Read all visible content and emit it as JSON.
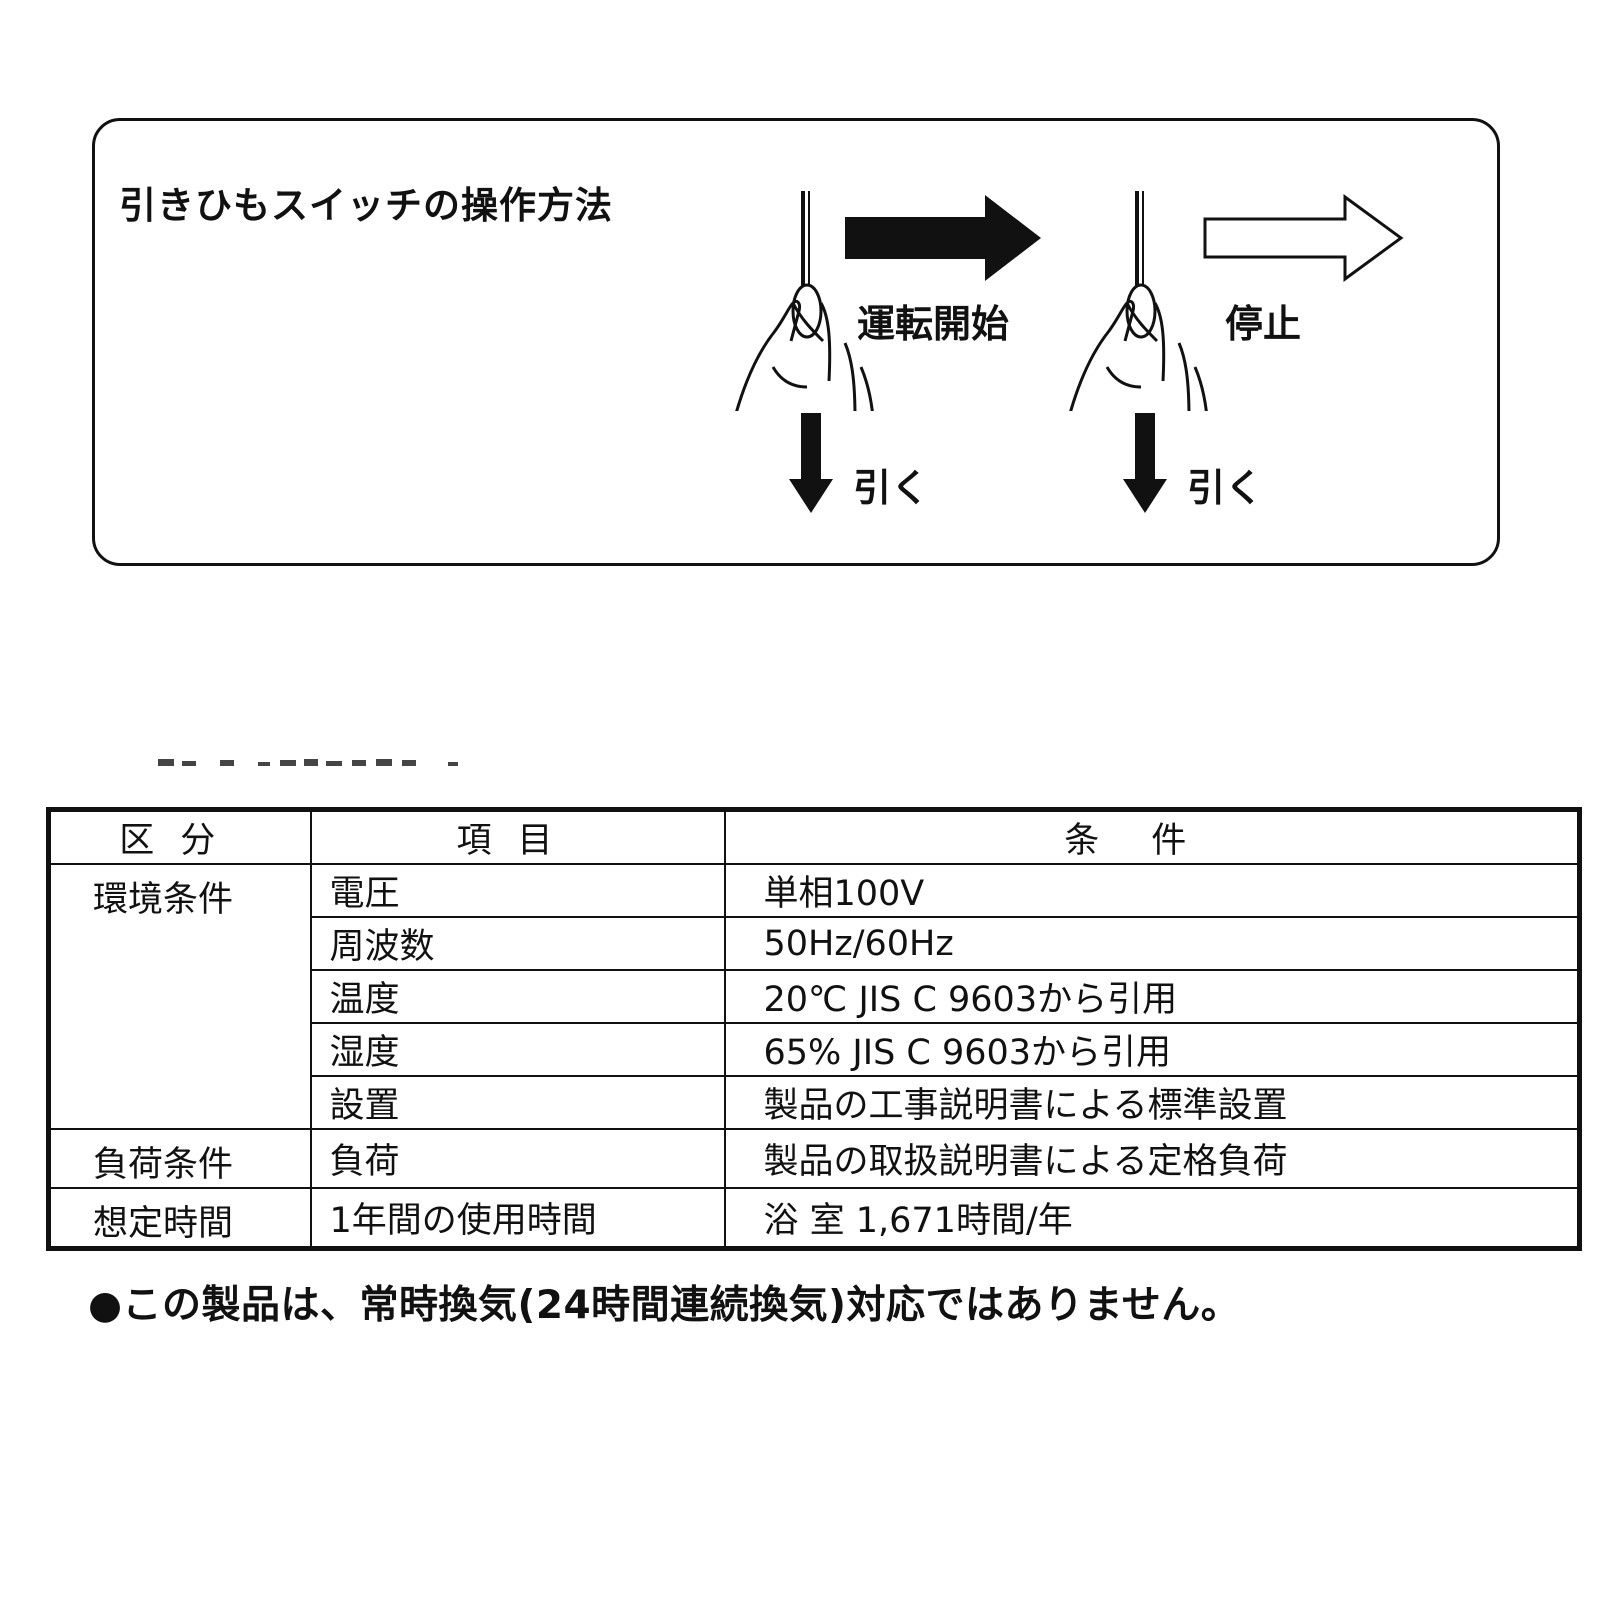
{
  "panel": {
    "title": "引きひもスイッチの操作方法",
    "steps": [
      {
        "label": "運転開始",
        "pull_label": "引く",
        "arrow_style": "filled"
      },
      {
        "label": "停止",
        "pull_label": "引く",
        "arrow_style": "outline"
      }
    ]
  },
  "table": {
    "headers": [
      "区分",
      "項目",
      "条件"
    ],
    "groups": [
      {
        "section": "環境条件",
        "rows": [
          {
            "item": "電圧",
            "value": "単相100V"
          },
          {
            "item": "周波数",
            "value": "50Hz/60Hz"
          },
          {
            "item": "温度",
            "value": "20℃ JIS C 9603から引用"
          },
          {
            "item": "湿度",
            "value": "65% JIS C 9603から引用"
          },
          {
            "item": "設置",
            "value": "製品の工事説明書による標準設置"
          }
        ]
      },
      {
        "section": "負荷条件",
        "rows": [
          {
            "item": "負荷",
            "value": "製品の取扱説明書による定格負荷"
          }
        ]
      },
      {
        "section": "想定時間",
        "rows": [
          {
            "item": "1年間の使用時間",
            "value": "浴 室 1,671時間/年"
          }
        ]
      }
    ]
  },
  "note": "●この製品は、常時換気(24時間連続換気)対応ではありません。"
}
